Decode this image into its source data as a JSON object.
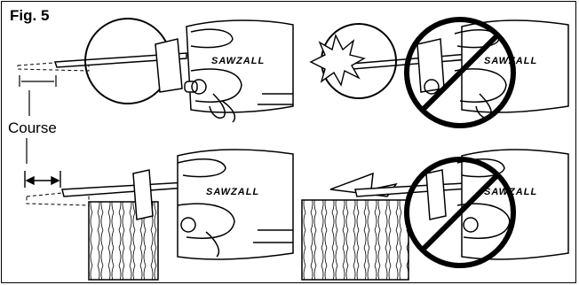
{
  "figure": {
    "label": "Fig. 5",
    "course_label": "Course",
    "brand_text": "SAWZALL",
    "colors": {
      "ink": "#000000",
      "paper": "#ffffff"
    },
    "panels": [
      {
        "id": "top-left",
        "prohibited": false
      },
      {
        "id": "top-right",
        "prohibited": true
      },
      {
        "id": "bottom-left",
        "prohibited": false
      },
      {
        "id": "bottom-right",
        "prohibited": true
      }
    ]
  }
}
